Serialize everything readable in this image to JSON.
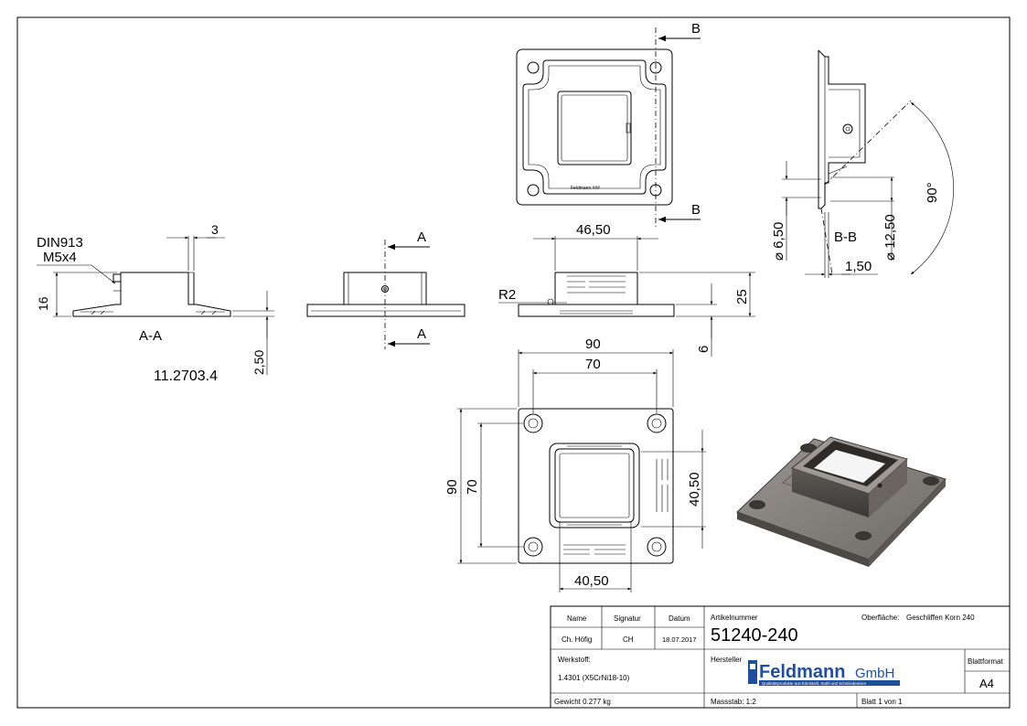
{
  "drawing": {
    "part_label": "11.2703.4",
    "section_aa": "A-A",
    "section_bb": "B-B",
    "marker_a": "A",
    "marker_b": "B",
    "setscrew_std": "DIN913",
    "setscrew_size": "M5x4",
    "dims": {
      "wall": "3",
      "height_16": "16",
      "plate_250": "2,50",
      "w_4650": "46,50",
      "h_25": "25",
      "t_6": "6",
      "r2": "R2",
      "d650": "6,50",
      "d1250": "12,50",
      "b150": "1,50",
      "angle": "90°",
      "w90": "90",
      "w70": "70",
      "h90": "90",
      "h70": "70",
      "h4050": "40,50",
      "w4050": "40,50"
    },
    "engraving": "Feldmann ###"
  },
  "title_block": {
    "name_header": "Name",
    "signature_header": "Signatur",
    "date_header": "Datum",
    "name": "Ch. Höfig",
    "signature": "CH",
    "date": "18.07.2017",
    "article_label": "Artikelnummer",
    "article_number": "51240-240",
    "surface_label": "Oberfläche:",
    "surface_value": "Geschliffen Korn 240",
    "material_label": "Werkstoff:",
    "material_value": "1.4301 (X5CrNi18-10)",
    "manufacturer_label": "Hersteller",
    "logo_text": "Feldmann",
    "logo_suffix": "GmbH",
    "logo_tagline": "Qualitätsprodukte aus Edelstahl, Stahl und Schmiedeeisen",
    "format_label": "Blattformat",
    "format_value": "A4",
    "weight": "Gewicht 0.277 kg",
    "scale": "Massstab: 1:2",
    "sheet": "Blatt 1 von 1"
  }
}
